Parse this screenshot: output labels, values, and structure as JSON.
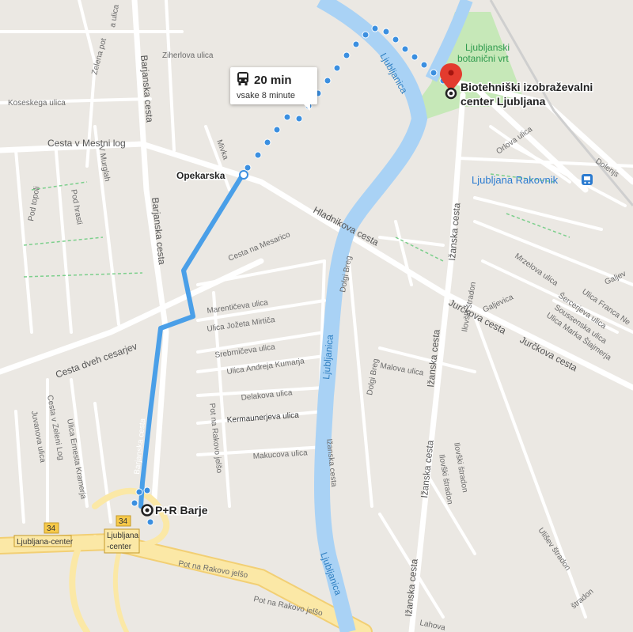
{
  "colors": {
    "route": "#4a9fe8",
    "walk": "#3b8fe0",
    "water": "#a9d2f5",
    "park": "#c6e8b8",
    "road": "#ffffff",
    "highway": "#fbe8a6",
    "pin": "#e33b2e"
  },
  "route_card": {
    "icon": "bus-icon",
    "duration": "20 min",
    "frequency": "vsake 8 minute"
  },
  "stops": {
    "origin": "P+R Barje",
    "mid": "Opekarska"
  },
  "destination": {
    "line1": "Biotehniški izobraževalni",
    "line2": "center Ljubljana"
  },
  "poi": {
    "garden_line1": "Ljubljanski",
    "garden_line2": "botanični vrt"
  },
  "transit": {
    "station": "Ljubljana Rakovnik"
  },
  "river": {
    "name": "Ljubljanica"
  },
  "highway": {
    "shield": "34",
    "label": "Ljubljana-center",
    "label2_line1": "Ljubljana",
    "label2_line2": "-center"
  },
  "streets": {
    "a_ulica": "a ulica",
    "ziherlova": "Ziherlova ulica",
    "zelena_pot": "Zelena pot",
    "koseskega": "Koseskega ulica",
    "mestni_log": "Cesta v Mestni log",
    "v_murglah": "V Murglah",
    "pod_topoli": "Pod topoli",
    "pod_hrasti": "Pod hrasti",
    "barjanska": "Barjanska cesta",
    "mivka": "Mivka",
    "na_mesarico": "Cesta na Mesarico",
    "hladnikova": "Hladnikova cesta",
    "dolgi_breg": "Dolgi Breg",
    "izanska": "Ižanska cesta",
    "orlova": "Orlova ulica",
    "dolenjska": "Dolenjs",
    "mrzelova": "Mrzelova ulica",
    "galjevica": "Galjevica",
    "jurckova": "Jurčkova cesta",
    "franca_nebe": "Ulica Franca Ne",
    "sercerjeva": "Šercerjeva ulica",
    "soussenska": "Soussenska ulica",
    "marka_slajmerja": "Ulica Marka Šlajmerja",
    "marenticeva": "Marentičeva ulica",
    "jozeta_mirtica": "Ulica Jožeta Mirtiča",
    "srebrniceva": "Srebrničeva ulica",
    "andreja_kumarja": "Ulica Andreja Kumarja",
    "cesta_dveh_cesarjev": "Cesta dveh cesarjev",
    "malova": "Malova ulica",
    "delakova": "Delakova ulica",
    "kermaunerjeva": "Kermaunerjeva ulica",
    "pot_na_rakovo": "Pot na Rakovo jelšo",
    "makucova": "Makucova ulica",
    "ilovski_stradon": "Ilovški štradon",
    "ulisev_stradon": "Ulišev štradon",
    "ulica_ernesta_kramerja": "Ulica Ernesta Kramerja",
    "cesta_v_zeleni_log": "Cesta v Zeleni Log",
    "juvanova": "Juvanova ulica",
    "lahova": "Lahova",
    "stradon": "štradon",
    "galjevica_short": "Galjevica",
    "galje": "Galjev"
  }
}
